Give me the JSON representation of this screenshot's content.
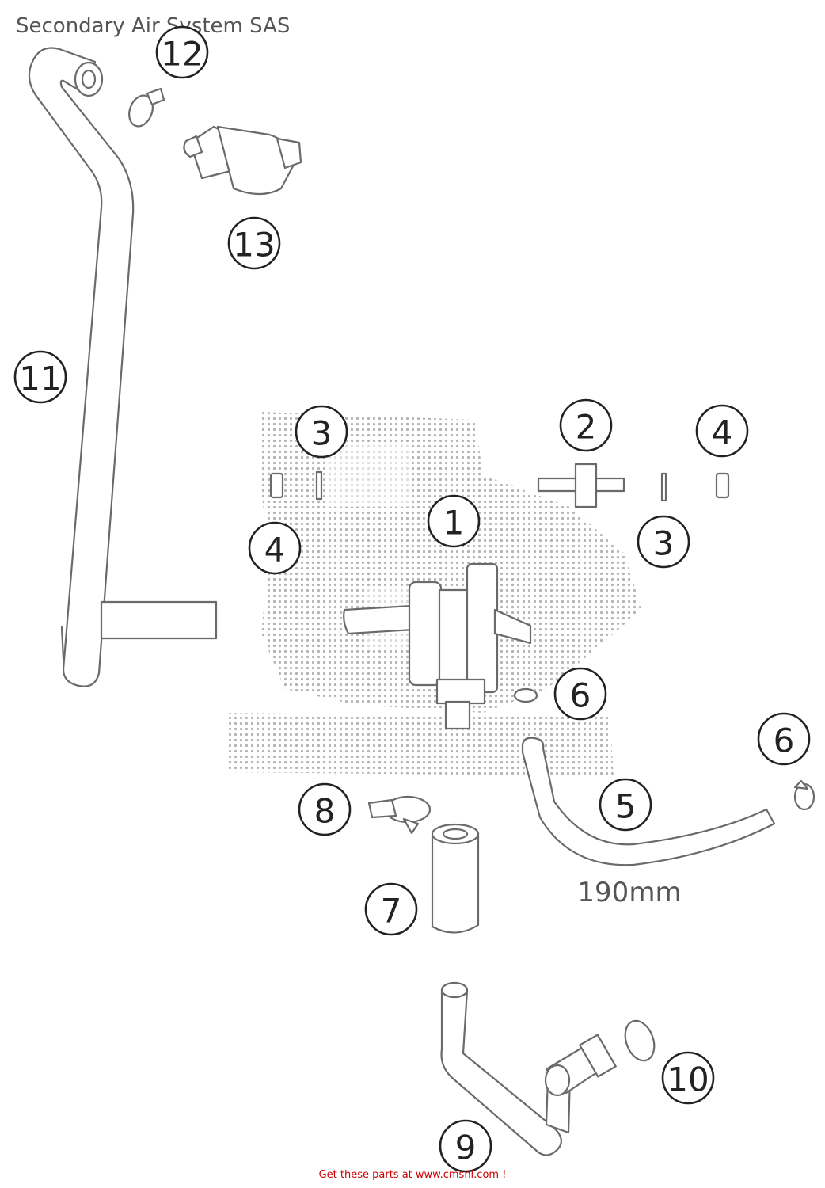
{
  "title": "Secondary Air System SAS",
  "dimension_label": "190mm",
  "footer": "Get these parts at www.cmsnl.com !",
  "callouts": [
    "1",
    "2",
    "3",
    "3",
    "4",
    "4",
    "5",
    "6",
    "6",
    "7",
    "8",
    "9",
    "10",
    "11",
    "12",
    "13"
  ],
  "colors": {
    "line": "#6a6a6a",
    "footer": "#cc0000",
    "watermark": "#9a9a9a"
  }
}
